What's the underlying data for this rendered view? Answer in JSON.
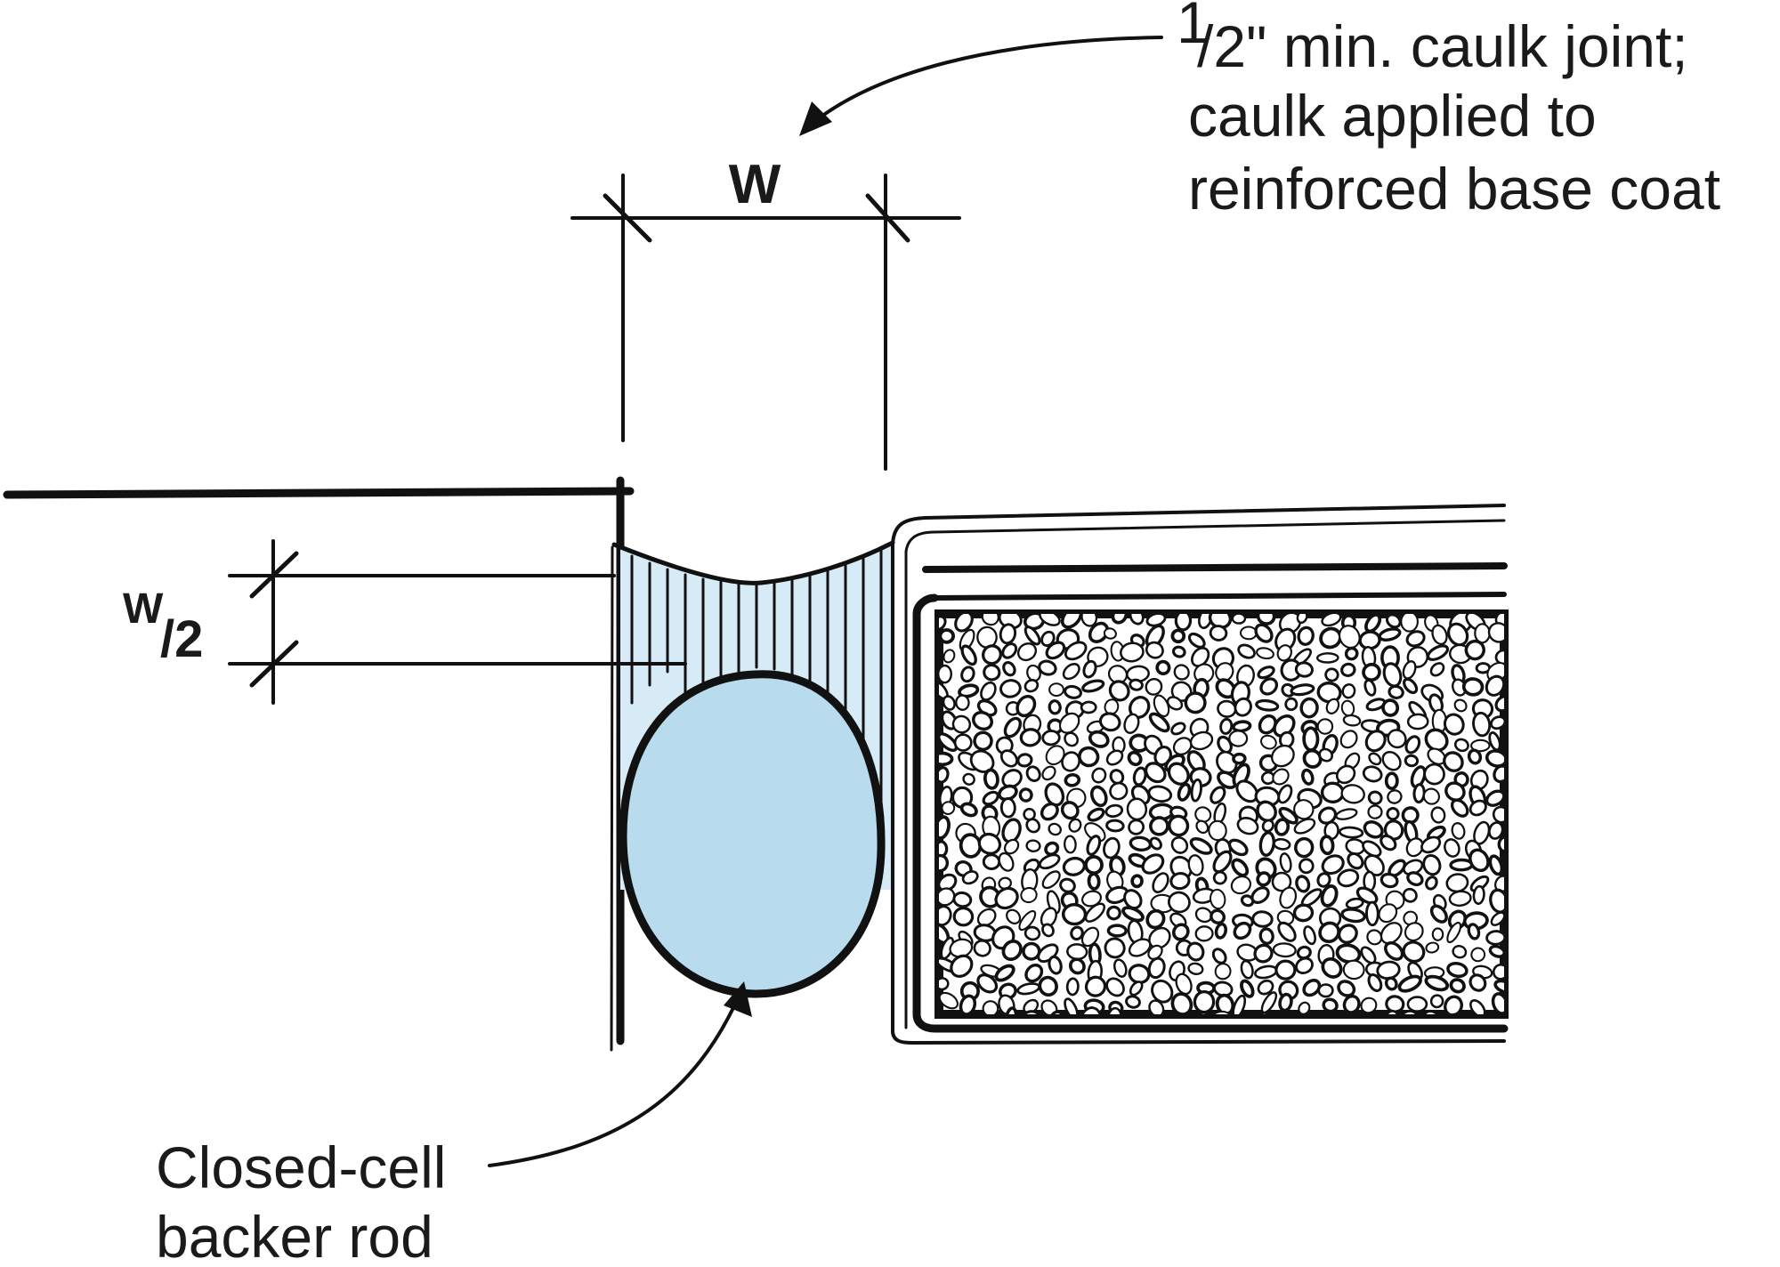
{
  "callouts": {
    "caulk_joint": {
      "fraction_num": "1",
      "fraction_rest": "/2\" min. caulk joint;",
      "line2": "caulk applied to",
      "line3": "reinforced base coat"
    },
    "backer_rod": {
      "line1": "Closed-cell",
      "line2": "backer rod"
    }
  },
  "dimensions": {
    "width_label": "W",
    "half_width_num": "W",
    "half_width_den": "/2"
  },
  "colors": {
    "ink": "#111111",
    "sealant_fill": "#d6ebf6",
    "backer_rod_fill": "#b9dbee",
    "background": "#ffffff"
  }
}
